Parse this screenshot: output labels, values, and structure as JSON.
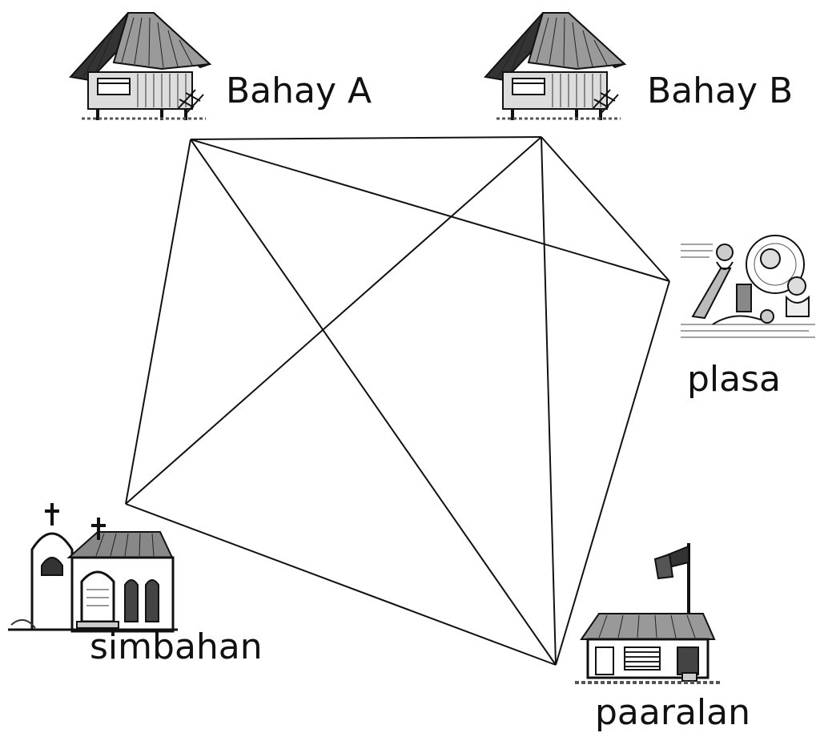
{
  "diagram": {
    "nodes": [
      {
        "id": "bahay_a",
        "label": "Bahay A",
        "icon": "nipa-hut-icon"
      },
      {
        "id": "bahay_b",
        "label": "Bahay B",
        "icon": "nipa-hut-icon"
      },
      {
        "id": "plasa",
        "label": "plasa",
        "icon": "playground-icon"
      },
      {
        "id": "simbahan",
        "label": "simbahan",
        "icon": "church-icon"
      },
      {
        "id": "paaralan",
        "label": "paaralan",
        "icon": "school-with-flag-icon"
      }
    ],
    "edges": [
      [
        "bahay_a",
        "bahay_b"
      ],
      [
        "bahay_a",
        "plasa"
      ],
      [
        "bahay_a",
        "simbahan"
      ],
      [
        "bahay_a",
        "paaralan"
      ],
      [
        "bahay_b",
        "plasa"
      ],
      [
        "bahay_b",
        "simbahan"
      ],
      [
        "bahay_b",
        "paaralan"
      ],
      [
        "plasa",
        "paaralan"
      ],
      [
        "simbahan",
        "paaralan"
      ]
    ],
    "line_color": "#111111"
  }
}
